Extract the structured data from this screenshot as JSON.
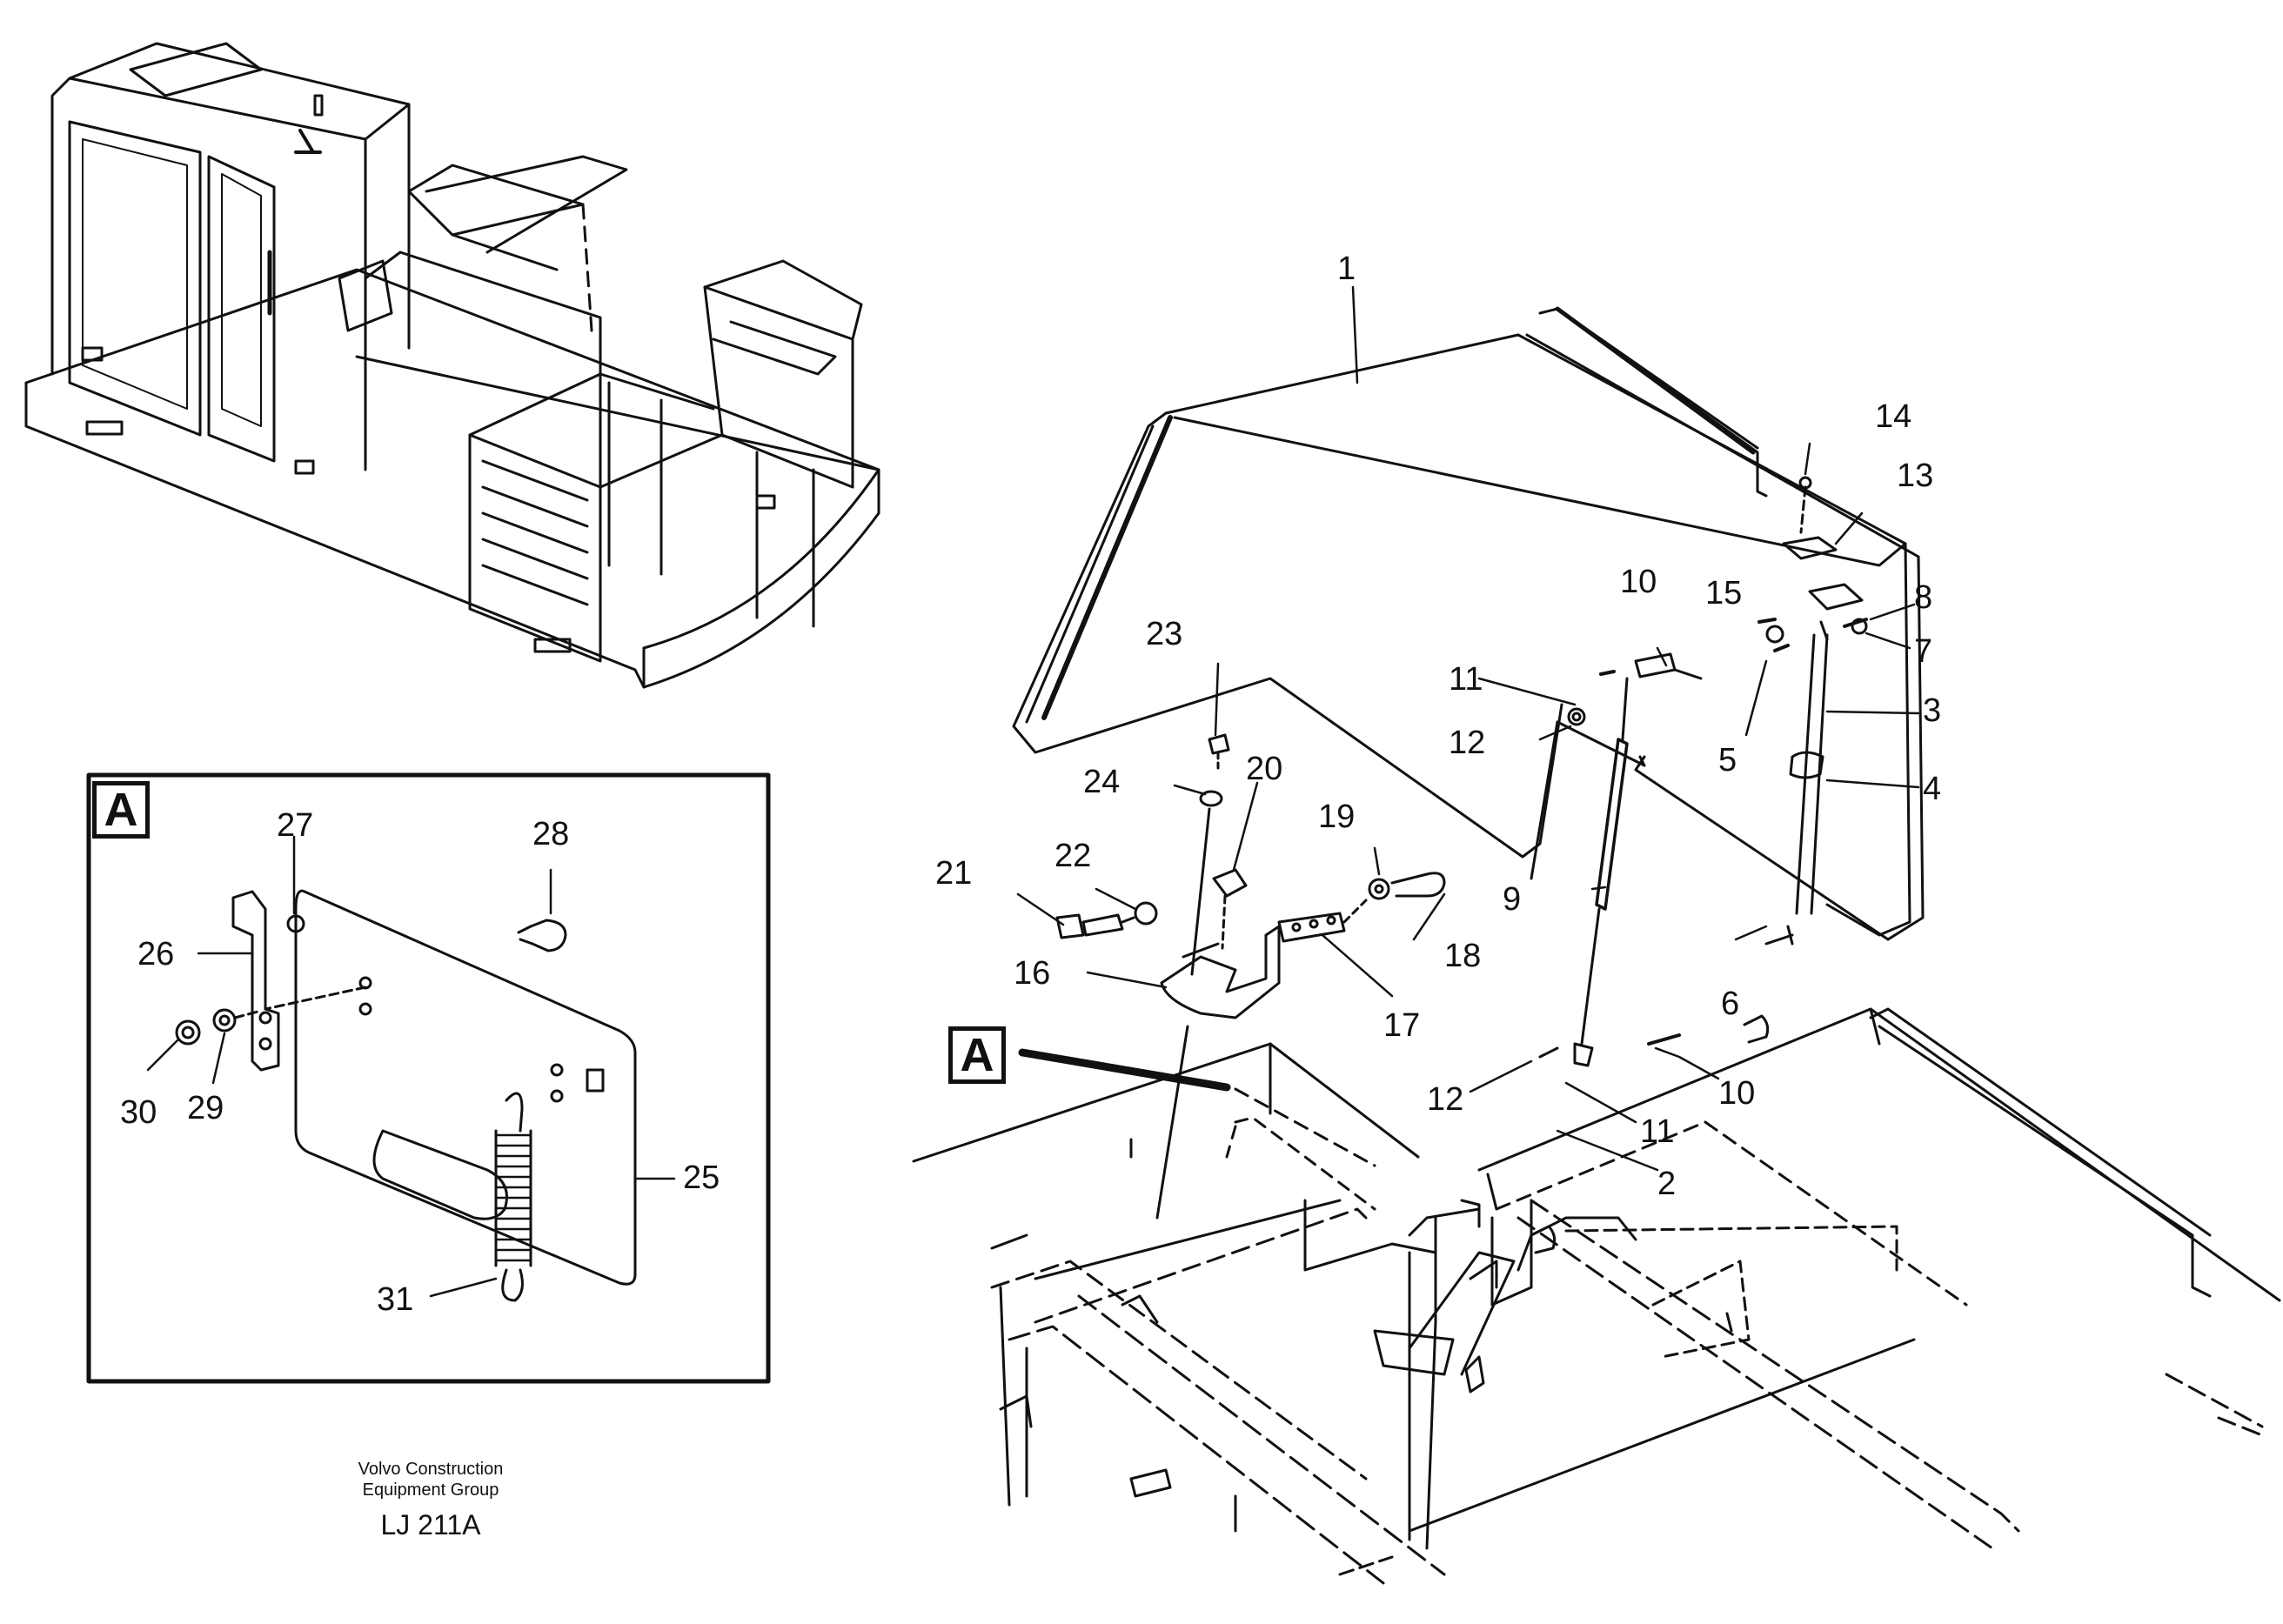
{
  "detail_marker": "A",
  "part_labels": [
    "1",
    "2",
    "3",
    "4",
    "5",
    "6",
    "7",
    "8",
    "9",
    "10",
    "10",
    "11",
    "11",
    "12",
    "12",
    "13",
    "14",
    "15",
    "16",
    "17",
    "18",
    "19",
    "20",
    "21",
    "22",
    "23",
    "24",
    "25",
    "26",
    "27",
    "28",
    "29",
    "30",
    "31"
  ],
  "caption": {
    "line1": "Volvo Construction",
    "line2": "Equipment Group",
    "code": "LJ 211A"
  }
}
